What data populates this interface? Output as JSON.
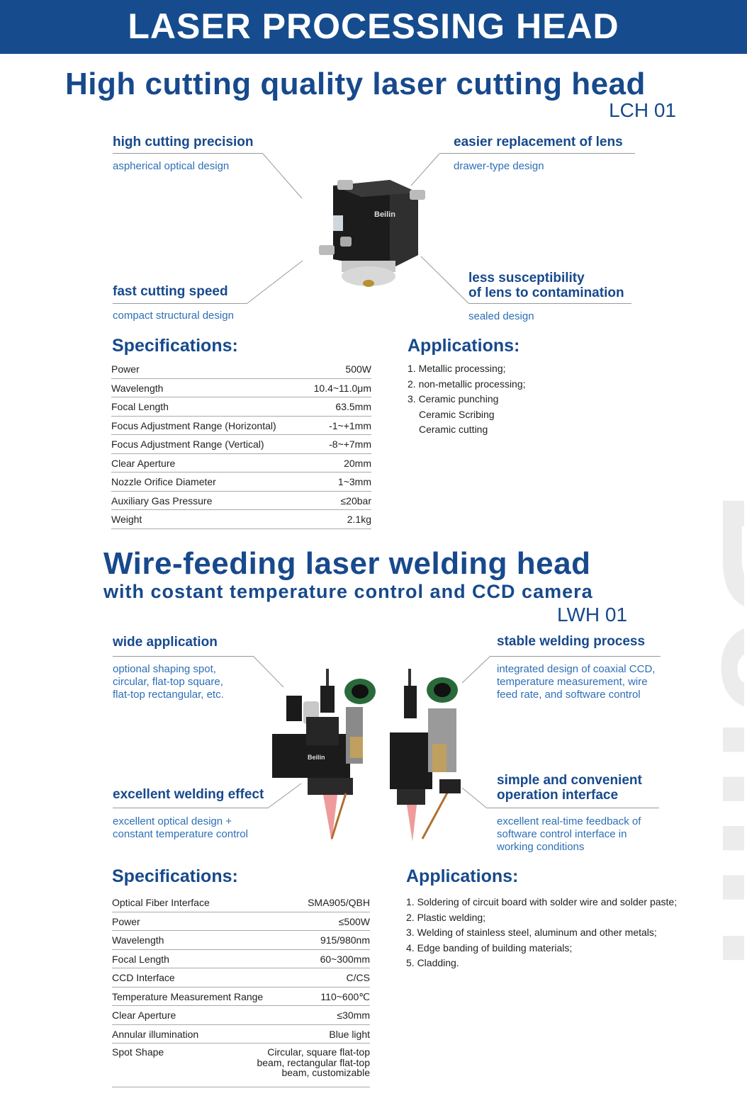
{
  "banner": {
    "title": "LASER PROCESSING HEAD"
  },
  "brand_watermark": "Beilin",
  "cutting_head": {
    "title": "High cutting quality laser cutting head",
    "model": "LCH 01",
    "product_logo": "Beilin",
    "features": [
      {
        "title": "high cutting precision",
        "desc": "aspherical optical design"
      },
      {
        "title": "easier replacement of lens",
        "desc": "drawer-type design"
      },
      {
        "title": "fast cutting speed",
        "desc": "compact structural design"
      },
      {
        "title": "less susceptibility\nof lens to contamination",
        "desc": "sealed design"
      }
    ],
    "specs_heading": "Specifications:",
    "specs": [
      {
        "label": "Power",
        "value": "500W"
      },
      {
        "label": "Wavelength",
        "value": "10.4~11.0μm"
      },
      {
        "label": "Focal Length",
        "value": "63.5mm"
      },
      {
        "label": "Focus Adjustment Range (Horizontal)",
        "value": "-1~+1mm"
      },
      {
        "label": "Focus Adjustment Range (Vertical)",
        "value": "-8~+7mm"
      },
      {
        "label": "Clear Aperture",
        "value": "20mm"
      },
      {
        "label": "Nozzle Orifice Diameter",
        "value": "1~3mm"
      },
      {
        "label": "Auxiliary Gas Pressure",
        "value": "≤20bar"
      },
      {
        "label": "Weight",
        "value": "2.1kg"
      }
    ],
    "apps_heading": "Applications:",
    "apps": [
      "1. Metallic processing;",
      "2. non-metallic processing;",
      "3. Ceramic punching",
      "Ceramic Scribing",
      "Ceramic cutting"
    ]
  },
  "welding_head": {
    "title": "Wire-feeding laser welding head",
    "subtitle": "with costant temperature control and CCD camera",
    "model": "LWH 01",
    "product_logo": "Beilin",
    "features": [
      {
        "title": "wide application",
        "desc": "optional shaping spot,\ncircular, flat-top square,\nflat-top rectangular, etc."
      },
      {
        "title": "stable welding process",
        "desc": "integrated design of coaxial CCD,\ntemperature measurement, wire\nfeed rate, and software control"
      },
      {
        "title": "excellent welding effect",
        "desc": "excellent optical design +\nconstant temperature control"
      },
      {
        "title": "simple and convenient\noperation interface",
        "desc": "excellent real-time feedback of\nsoftware control interface in\nworking conditions"
      }
    ],
    "specs_heading": "Specifications:",
    "specs": [
      {
        "label": "Optical Fiber Interface",
        "value": "SMA905/QBH"
      },
      {
        "label": "Power",
        "value": "≤500W"
      },
      {
        "label": "Wavelength",
        "value": "915/980nm"
      },
      {
        "label": "Focal Length",
        "value": "60~300mm"
      },
      {
        "label": "CCD Interface",
        "value": "C/CS"
      },
      {
        "label": "Temperature Measurement Range",
        "value": "110~600℃"
      },
      {
        "label": "Clear Aperture",
        "value": "≤30mm"
      },
      {
        "label": "Annular illumination",
        "value": "Blue light"
      },
      {
        "label": "Spot Shape",
        "value": "Circular, square flat-top\nbeam, rectangular flat-top\nbeam, customizable"
      }
    ],
    "apps_heading": "Applications:",
    "apps": [
      "1. Soldering of circuit board with solder wire and solder paste;",
      "2. Plastic welding;",
      "3. Welding of stainless steel, aluminum and other metals;",
      "4. Edge banding of building materials;",
      "5. Cladding."
    ]
  }
}
